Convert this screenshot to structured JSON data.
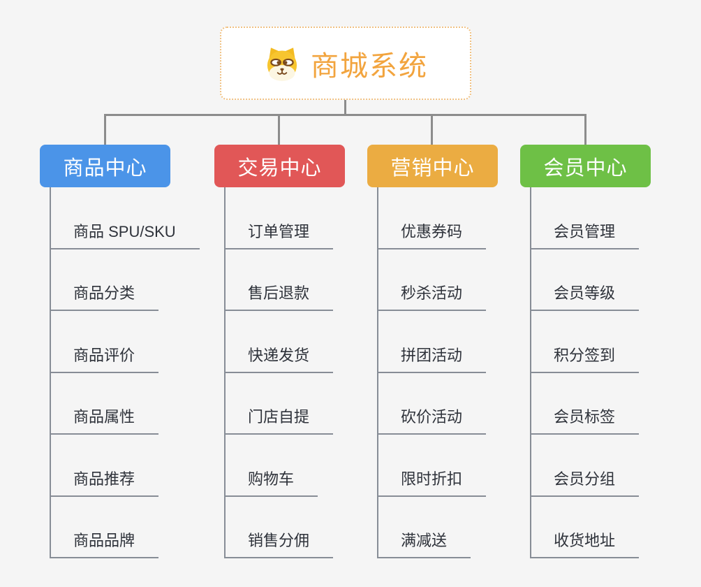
{
  "root": {
    "title": "商城系统",
    "icon": "shiba-dog-icon"
  },
  "branches": [
    {
      "label": "商品中心",
      "color": "#4B94E8",
      "children": [
        "商品 SPU/SKU",
        "商品分类",
        "商品评价",
        "商品属性",
        "商品推荐",
        "商品品牌"
      ]
    },
    {
      "label": "交易中心",
      "color": "#E15757",
      "children": [
        "订单管理",
        "售后退款",
        "快递发货",
        "门店自提",
        "购物车",
        "销售分佣"
      ]
    },
    {
      "label": "营销中心",
      "color": "#EBAC42",
      "children": [
        "优惠券码",
        "秒杀活动",
        "拼团活动",
        "砍价活动",
        "限时折扣",
        "满减送"
      ]
    },
    {
      "label": "会员中心",
      "color": "#6EC046",
      "children": [
        "会员管理",
        "会员等级",
        "积分签到",
        "会员标签",
        "会员分组",
        "收货地址"
      ]
    }
  ],
  "colors": {
    "root_title": "#F2A43E",
    "root_border": "#F0C182",
    "connector_line": "#8C8C8C",
    "leaf_line": "#878D96",
    "leaf_text": "#2E323A",
    "background": "#F5F5F5"
  }
}
